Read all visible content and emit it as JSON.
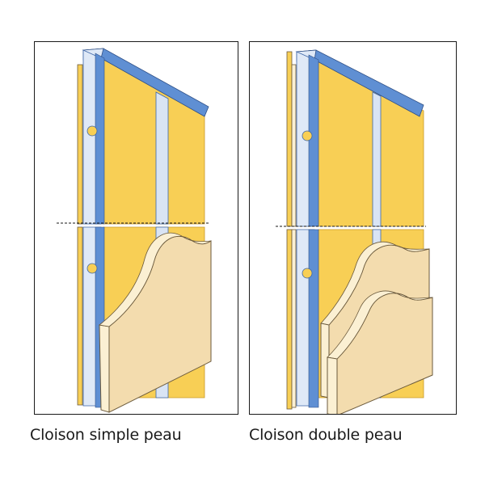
{
  "captions": {
    "left": "Cloison simple peau",
    "right": "Cloison double peau"
  },
  "colors": {
    "insulation": "#f8cf55",
    "insulation_edge": "#e7b53a",
    "stud_metal": "#dfe9f7",
    "stud_shadow": "#5f8fd3",
    "stud_outline": "#3d66a8",
    "board_face": "#f3dcae",
    "board_edge": "#fbf0d3",
    "board_outline": "#6b5a3c",
    "frame": "#1a1a1a",
    "cut_line": "#1a1a1a"
  },
  "icons": {
    "hole": "circle-hole-icon",
    "break": "dashed-cut-line"
  }
}
